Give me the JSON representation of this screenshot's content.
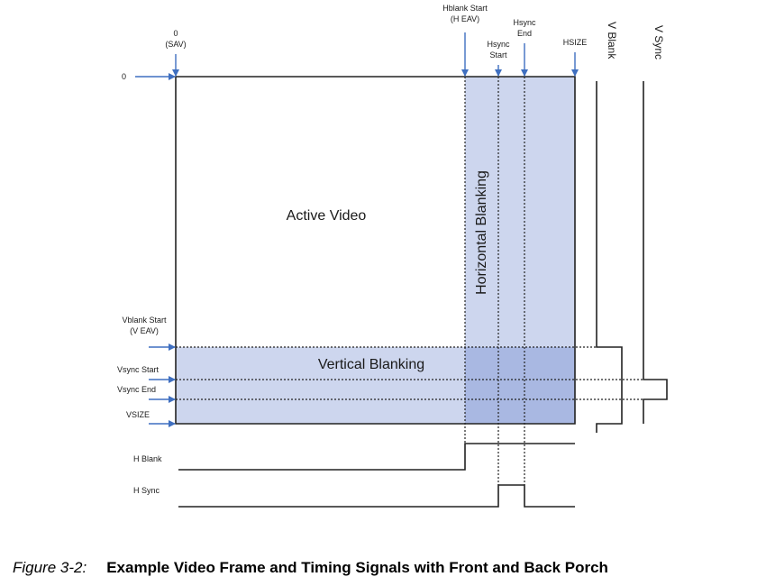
{
  "caption": {
    "number": "Figure 3-2:",
    "title": "Example Video Frame and Timing Signals with Front and Back Porch"
  },
  "regions": {
    "active_video": "Active Video",
    "horizontal_blanking": "Horizontal Blanking",
    "vertical_blanking": "Vertical Blanking"
  },
  "top_markers": {
    "sav_zero": "0",
    "sav": "(SAV)",
    "hblank_start": "Hblank Start",
    "h_eav": "(H EAV)",
    "hsync_start_1": "Hsync",
    "hsync_start_2": "Start",
    "hsync_end_1": "Hsync",
    "hsync_end_2": "End",
    "hsize": "HSIZE"
  },
  "left_markers": {
    "zero": "0",
    "vblank_start": "Vblank Start",
    "v_eav": "(V EAV)",
    "vsync_start": "Vsync Start",
    "vsync_end": "Vsync End",
    "vsize": "VSIZE"
  },
  "signals": {
    "h_blank": "H Blank",
    "h_sync": "H Sync",
    "v_blank": "V Blank",
    "v_sync": "V Sync"
  },
  "colors": {
    "blanking_fill": "#cdd6ee",
    "overlap_fill": "#a9b8e2",
    "arrow": "#3f6fc0",
    "line": "#222222"
  }
}
